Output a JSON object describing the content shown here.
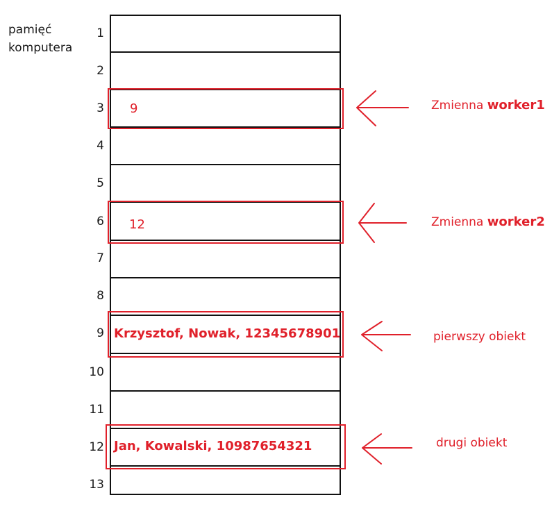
{
  "title": {
    "line1": "pamięć",
    "line2": "komputera"
  },
  "addresses": [
    "1",
    "2",
    "3",
    "4",
    "5",
    "6",
    "7",
    "8",
    "9",
    "10",
    "11",
    "12",
    "13"
  ],
  "cells": {
    "c3": "9",
    "c6": "12",
    "c9": "Krzysztof, Nowak, 12345678901",
    "c12": "Jan, Kowalski, 10987654321"
  },
  "labels": {
    "worker1_prefix": "Zmienna",
    "worker1_name": "worker1",
    "worker2_prefix": "Zmienna",
    "worker2_name": "worker2",
    "first_object": "pierwszy obiekt",
    "second_object": "drugi obiekt"
  },
  "colors": {
    "highlight": "#e0202a",
    "grid": "#111111"
  }
}
